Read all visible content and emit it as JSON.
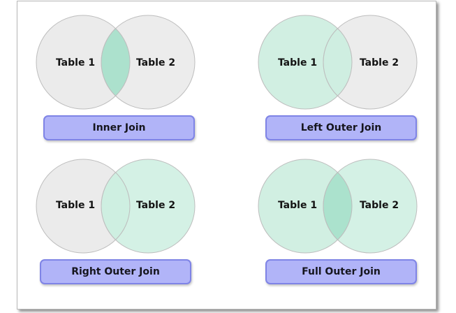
{
  "colors": {
    "excluded_fill": "#e9e9e9",
    "included_fill": "#cdeee0",
    "overlap_highlight": "#a9e0cb",
    "circle_stroke": "#bdbdbd",
    "button_fill": "#b1b4f8",
    "button_border": "#7f84e6"
  },
  "diagrams": [
    {
      "join_label": "Inner Join",
      "left_label": "Table 1",
      "right_label": "Table 2",
      "left_included": false,
      "right_included": false,
      "overlap_included": true
    },
    {
      "join_label": "Left Outer Join",
      "left_label": "Table 1",
      "right_label": "Table 2",
      "left_included": true,
      "right_included": false,
      "overlap_included": true
    },
    {
      "join_label": "Right Outer Join",
      "left_label": "Table 1",
      "right_label": "Table 2",
      "left_included": false,
      "right_included": true,
      "overlap_included": true
    },
    {
      "join_label": "Full Outer Join",
      "left_label": "Table 1",
      "right_label": "Table 2",
      "left_included": true,
      "right_included": true,
      "overlap_included": true
    }
  ]
}
